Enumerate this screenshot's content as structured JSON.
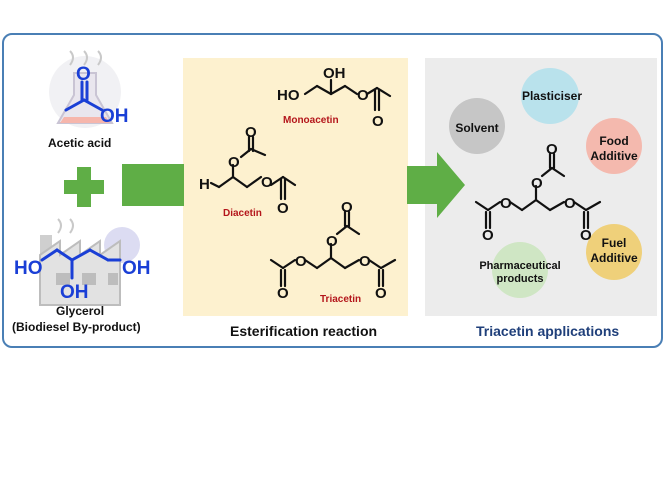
{
  "reactants": {
    "acetic_acid": {
      "label": "Acetic acid",
      "o_atom": "O",
      "oh_group": "OH"
    },
    "glycerol": {
      "label": "Glycerol",
      "sublabel": "(Biodiesel By-product)",
      "ho_left": "HO",
      "oh_right": "OH",
      "oh_bottom": "OH"
    }
  },
  "reaction": {
    "caption": "Esterification reaction",
    "products": [
      {
        "name": "Monoacetin"
      },
      {
        "name": "Diacetin"
      },
      {
        "name": "Triacetin"
      }
    ],
    "atoms": {
      "o": "O",
      "oh": "OH",
      "ho": "HO",
      "h": "H"
    }
  },
  "applications": {
    "caption": "Triacetin applications",
    "items": [
      {
        "label": "Plasticiser"
      },
      {
        "label": "Solvent"
      },
      {
        "label": "Food\nAdditive"
      },
      {
        "label": "Fuel\nAdditive"
      },
      {
        "label": "Pharmaceutical\nproducts"
      }
    ]
  },
  "colors": {
    "frame": "#4a7fb5",
    "reaction_panel": "#fdf1cf",
    "applications_panel": "#ececec",
    "arrow_green": "#5fae46",
    "molecule_blue": "#1a3fd6",
    "product_label_red": "#b4161b",
    "caption_blue": "#1f3f7a"
  },
  "icons": [
    "flask-icon",
    "factory-icon",
    "plus-icon",
    "arrow-right-icon"
  ]
}
